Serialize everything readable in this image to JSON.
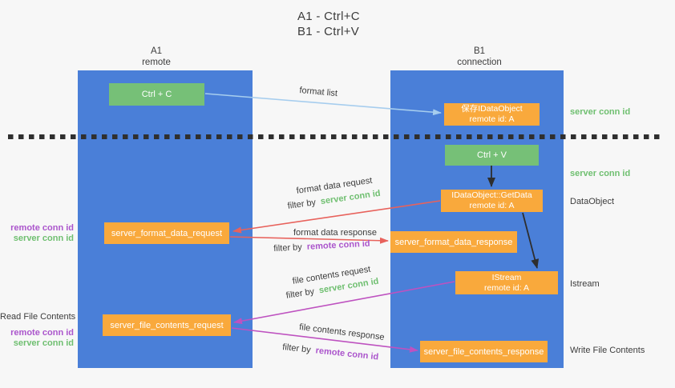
{
  "title": {
    "line1": "A1 - Ctrl+C",
    "line2": "B1 - Ctrl+V"
  },
  "lifelines": {
    "left": {
      "name": "A1",
      "role": "remote"
    },
    "right": {
      "name": "B1",
      "role": "connection"
    }
  },
  "nodes": {
    "ctrl_c": {
      "label": "Ctrl + C"
    },
    "save_idataobject": {
      "line1": "保存IDataObject",
      "line2": "remote id: A"
    },
    "ctrl_v": {
      "label": "Ctrl + V"
    },
    "idataobject_getdata": {
      "line1": "IDataObject::GetData",
      "line2": "remote id: A"
    },
    "istream": {
      "line1": "IStream",
      "line2": "remote id: A"
    },
    "server_format_data_request": {
      "label": "server_format_data_request"
    },
    "server_format_data_response": {
      "label": "server_format_data_response"
    },
    "server_file_contents_request": {
      "label": "server_file_contents_request"
    },
    "server_file_contents_response": {
      "label": "server_file_contents_response"
    }
  },
  "flows": {
    "format_list": {
      "label": "format list"
    },
    "format_data_request": {
      "label": "format data request",
      "filter_prefix": "filter by",
      "filter_key": "server conn id"
    },
    "format_data_response": {
      "label": "format data response",
      "filter_prefix": "filter by",
      "filter_key": "remote conn id"
    },
    "file_contents_request": {
      "label": "file contents request",
      "filter_prefix": "filter by",
      "filter_key": "server conn id"
    },
    "file_contents_response": {
      "label": "file contents response",
      "filter_prefix": "filter by",
      "filter_key": "remote conn id"
    }
  },
  "side_labels": {
    "right_top_server_conn_id": "server conn id",
    "right_mid_server_conn_id": "server conn id",
    "dataobject": "DataObject",
    "istream": "Istream",
    "write_file_contents": "Write File Contents",
    "left_format_remote_conn_id": "remote conn id",
    "left_format_server_conn_id": "server conn id",
    "read_file_contents": "Read File Contents",
    "left_file_remote_conn_id": "remote conn id",
    "left_file_server_conn_id": "server conn id"
  },
  "colors": {
    "background": "#F7F7F7",
    "lifeline_blue": "#4A7FD8",
    "node_orange": "#F9A93C",
    "node_green": "#76C077",
    "text_dark": "#3C3C3C",
    "text_white": "#FFFFFF",
    "conn_id_green": "#6FBF70",
    "conn_id_purple": "#AB55CC",
    "arrow_light_blue": "#A6CDEE",
    "arrow_red": "#E8625C",
    "arrow_magenta": "#BE52C0",
    "arrow_black": "#2E2E2E",
    "divider_black": "#2F2F2F"
  }
}
